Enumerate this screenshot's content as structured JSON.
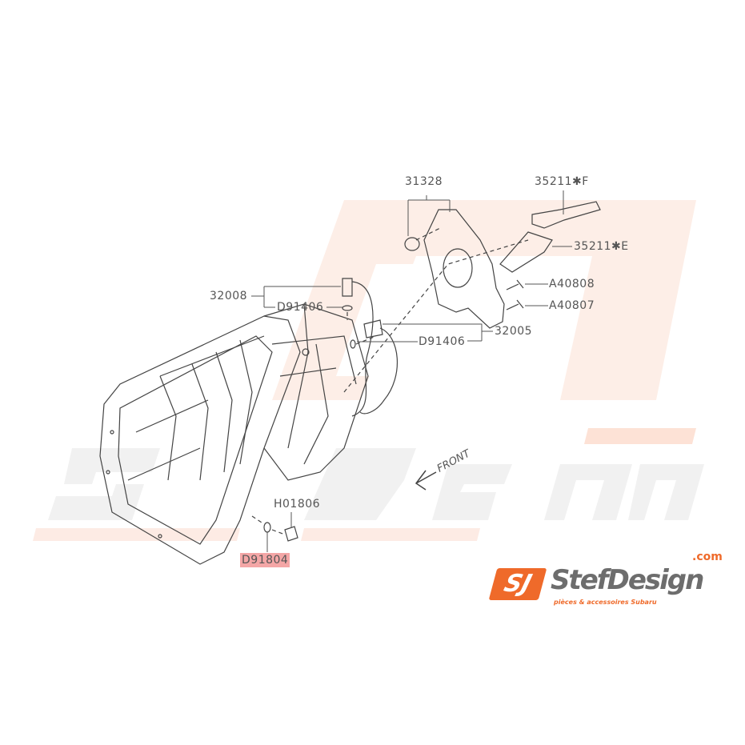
{
  "watermark": {
    "brand": "StefDesign",
    "com": ".com",
    "tagline": "pièces & accessoires Subaru"
  },
  "diagram": {
    "direction_label": "FRONT",
    "parts": {
      "p31328": "31328",
      "p35211F": "35211✱F",
      "p35211E": "35211✱E",
      "pA40808": "A40808",
      "pA40807": "A40807",
      "p32008": "32008",
      "pD91406a": "D91406",
      "p32005": "32005",
      "pD91406b": "D91406",
      "pH01806": "H01806",
      "pD91804": "D91804"
    },
    "highlighted_part": "D91804",
    "highlight_color": "#f4a6a6"
  },
  "logo": {
    "mark": "SJ",
    "name": "StefDesign",
    "com": ".com",
    "tagline": "pièces & accessoires Subaru",
    "accent": "#ef6a2a"
  }
}
